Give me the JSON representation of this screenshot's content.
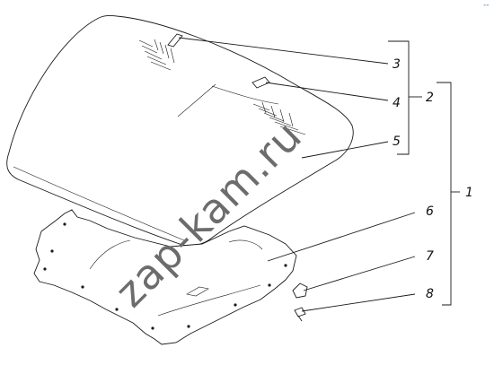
{
  "callouts": {
    "c1": "1",
    "c2": "2",
    "c3": "3",
    "c4": "4",
    "c5": "5",
    "c6": "6",
    "c7": "7",
    "c8": "8"
  },
  "watermark": "zap-kam.ru",
  "corner_mark": "--"
}
